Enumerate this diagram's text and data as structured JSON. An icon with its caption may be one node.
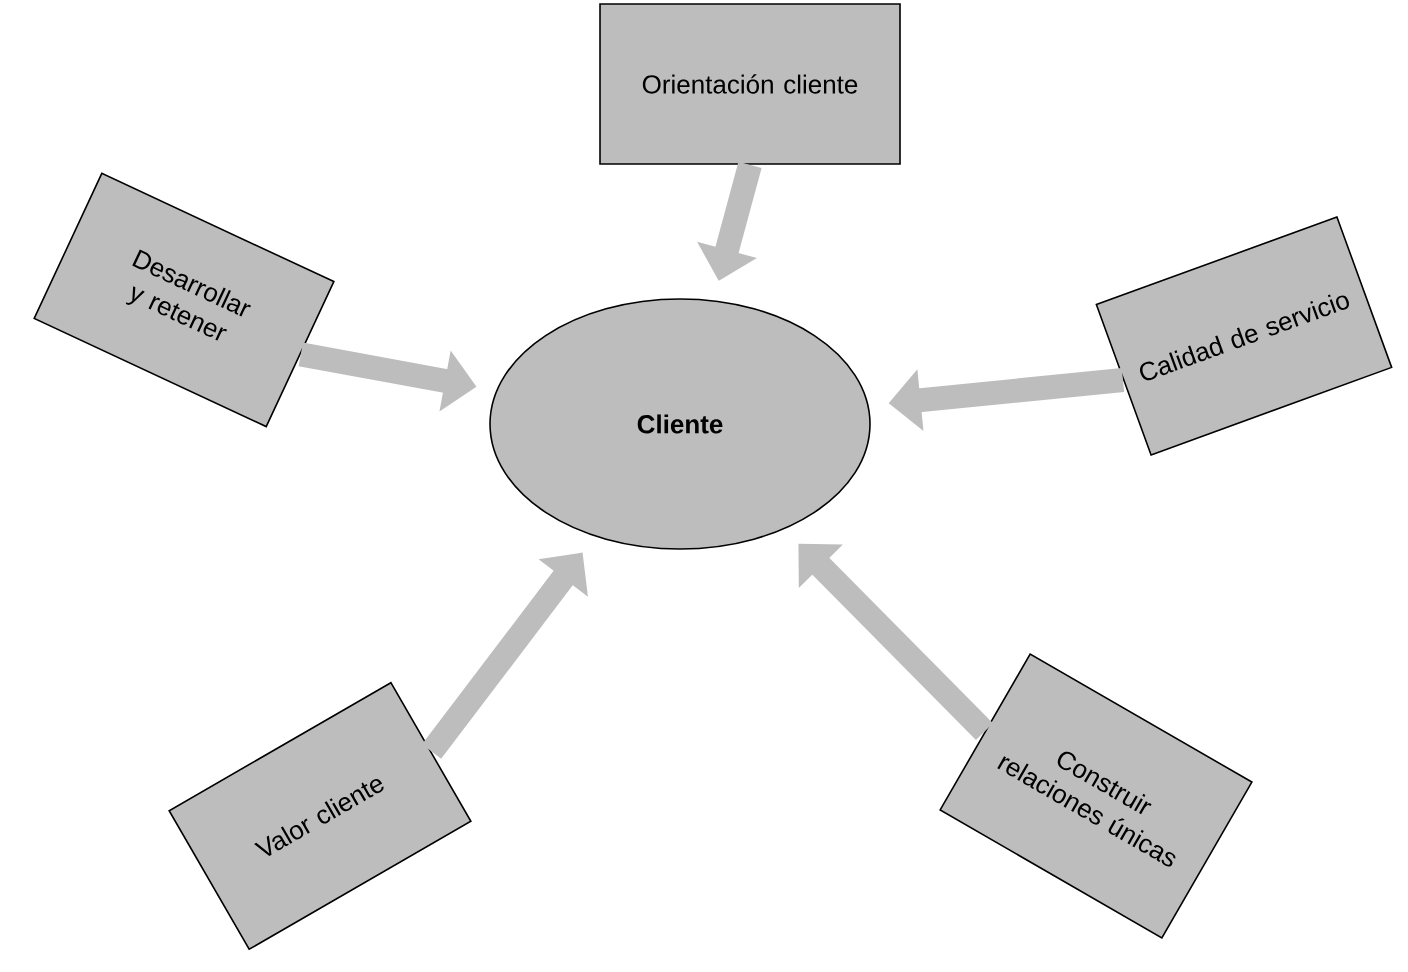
{
  "diagram": {
    "nodes": [
      {
        "text": [
          "Cliente"
        ]
      },
      {
        "text": [
          "Orientación cliente"
        ]
      },
      {
        "text": [
          "Desarrollar y retener"
        ]
      },
      {
        "text": [
          "Calidad de servicio"
        ]
      },
      {
        "text": [
          "Valor cliente"
        ]
      },
      {
        "text": [
          "Construir relaciones únicas"
        ]
      }
    ],
    "edges": [
      {
        "from": 1,
        "to": 0,
        "arrow": "to"
      },
      {
        "from": 2,
        "to": 0,
        "arrow": "to"
      },
      {
        "from": 3,
        "to": 0,
        "arrow": "to"
      },
      {
        "from": 4,
        "to": 0,
        "arrow": "to"
      },
      {
        "from": 5,
        "to": 0,
        "arrow": "to"
      }
    ]
  }
}
